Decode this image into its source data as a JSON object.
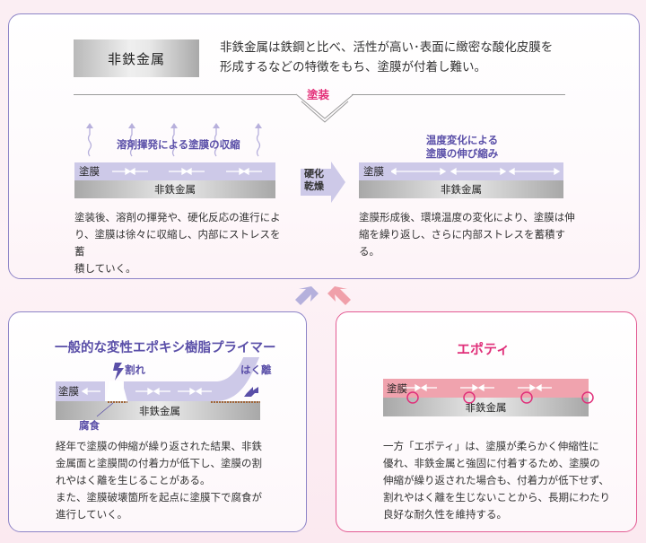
{
  "top": {
    "metal_label": "非鉄金属",
    "intro_line1": "非鉄金属は鉄鋼と比べ、活性が高い･表面に緻密な酸化皮膜を",
    "intro_line2": "形成するなどの特徴をもち、塗膜が付着し難い。",
    "process_label": "塗装"
  },
  "stage1": {
    "caption": "溶剤揮発による塗膜の収縮",
    "film_label": "塗膜",
    "metal_label": "非鉄金属",
    "arrows": "→← →← →←",
    "text_line1": "塗装後、溶剤の揮発や、硬化反応の進行によ",
    "text_line2": "り、塗膜は徐々に収縮し、内部にストレスを蓄",
    "text_line3": "積していく。"
  },
  "cure": {
    "line1": "硬化",
    "line2": "乾燥"
  },
  "stage2": {
    "caption_line1": "温度変化による",
    "caption_line2": "塗膜の伸び縮み",
    "film_label": "塗膜",
    "metal_label": "非鉄金属",
    "text_line1": "塗膜形成後、環境温度の変化により、塗膜は伸",
    "text_line2": "縮を繰り返し、さらに内部ストレスを蓄積する。"
  },
  "left_panel": {
    "title": "一般的な変性エポキシ樹脂プライマー",
    "crack_label": "割れ",
    "peel_label": "はく離",
    "corrosion_label": "腐食",
    "film_label": "塗膜",
    "metal_label": "非鉄金属",
    "text_lines": [
      "経年で塗膜の伸縮が繰り返された結果、非鉄",
      "金属面と塗膜間の付着力が低下し、塗膜の割",
      "れやはく離を生じることがある。",
      "また、塗膜破壊箇所を起点に塗膜下で腐食が",
      "進行していく。"
    ]
  },
  "right_panel": {
    "title": "エポティ",
    "film_label": "塗膜",
    "metal_label": "非鉄金属",
    "text_lines": [
      "一方「エポティ」は、塗膜が柔らかく伸縮性に",
      "優れ、非鉄金属と強固に付着するため、塗膜の",
      "伸縮が繰り返された場合も、付着力が低下せず、",
      "割れやはく離を生じないことから、長期にわたり",
      "良好な耐久性を維持する。"
    ]
  },
  "colors": {
    "purple_accent": "#5a4fa8",
    "purple_border": "#8d84c7",
    "film_purple": "#cdc9e8",
    "pink_accent": "#e0307a",
    "film_pink": "#f0a3ae",
    "metal_gray": "#a8a8a8"
  }
}
